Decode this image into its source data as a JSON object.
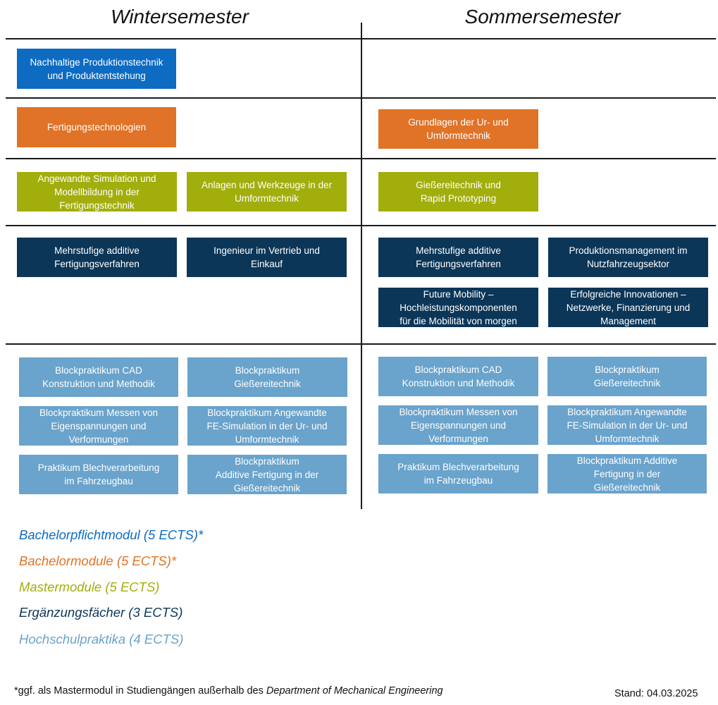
{
  "headings": {
    "winter": "Wintersemester",
    "summer": "Sommersemester"
  },
  "colors": {
    "bachelor_required": "#0d6bc2",
    "bachelor": "#e07327",
    "master": "#a2ae0c",
    "supplementary": "#0b3658",
    "internship": "#6aa3cb"
  },
  "modules": {
    "w_row1_a": "Nachhaltige Produktionstechnik\nund Produktentstehung",
    "w_row2_a": "Fertigungstechnologien",
    "s_row2_a": "Grundlagen der Ur- und\nUmformtechnik",
    "w_row3_a": "Angewandte Simulation und\nModellbildung in der\nFertigungstechnik",
    "w_row3_b": "Anlagen und Werkzeuge in der\nUmformtechnik",
    "s_row3_a": "Gießereitechnik und\nRapid Prototyping",
    "w_row4_a": "Mehrstufige additive\nFertigungsverfahren",
    "w_row4_b": "Ingenieur im Vertrieb und\nEinkauf",
    "s_row4_a": "Mehrstufige additive\nFertigungsverfahren",
    "s_row4_b": "Produktionsmanagement im\nNutzfahrzeugsektor",
    "s_row4_c": "Future Mobility –\nHochleistungskomponenten\nfür die Mobilität von morgen",
    "s_row4_d": "Erfolgreiche Innovationen –\nNetzwerke, Finanzierung und\nManagement",
    "w_prak_1": "Blockpraktikum CAD\nKonstruktion und Methodik",
    "w_prak_2": "Blockpraktikum\nGießereitechnik",
    "w_prak_3": "Blockpraktikum Messen von\nEigenspannungen und\nVerformungen",
    "w_prak_4": "Blockpraktikum Angewandte\nFE-Simulation in der Ur- und\nUmformtechnik",
    "w_prak_5": "Praktikum Blechverarbeitung\nim Fahrzeugbau",
    "w_prak_6": "Blockpraktikum\nAdditive Fertigung in der\nGießereitechnik",
    "s_prak_1": "Blockpraktikum CAD\nKonstruktion und Methodik",
    "s_prak_2": "Blockpraktikum\nGießereitechnik",
    "s_prak_3": "Blockpraktikum Messen von\nEigenspannungen und\nVerformungen",
    "s_prak_4": "Blockpraktikum Angewandte\nFE-Simulation in der Ur- und\nUmformtechnik",
    "s_prak_5": "Praktikum Blechverarbeitung\nim Fahrzeugbau",
    "s_prak_6": "Blockpraktikum Additive\nFertigung in der\nGießereitechnik"
  },
  "legend": [
    "Bachelorpflichtmodul (5 ECTS)*",
    "Bachelormodule (5 ECTS)*",
    "Mastermodule (5 ECTS)",
    "Ergänzungsfächer (3 ECTS)",
    "Hochschulpraktika (4 ECTS)"
  ],
  "footnote": {
    "text": "*ggf. als Mastermodul in Studiengängen außerhalb des ",
    "italic": "Department of Mechanical Engineering"
  },
  "stand": "Stand: 04.03.2025"
}
